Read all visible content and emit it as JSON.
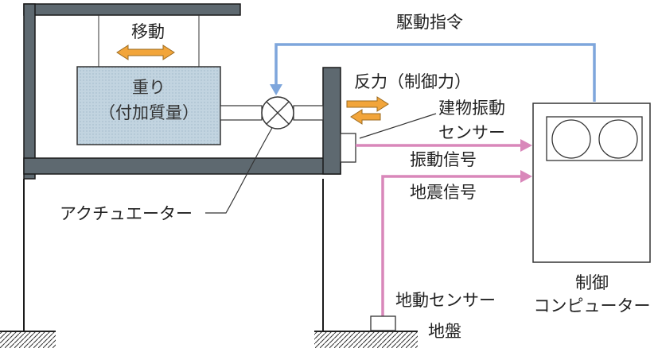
{
  "labels": {
    "movement": "移動",
    "weight_line1": "重り",
    "weight_line2": "（付加質量）",
    "drive_command": "駆動指令",
    "reaction_force": "反力（制御力）",
    "building_sensor_line1": "建物振動",
    "building_sensor_line2": "センサー",
    "vibration_signal": "振動信号",
    "seismic_signal": "地震信号",
    "actuator": "アクチュエーター",
    "controller_line1": "制御",
    "controller_line2": "コンピューター",
    "ground_sensor": "地動センサー",
    "ground": "地盤"
  },
  "colors": {
    "structure": "#5e6970",
    "structure_line": "#1a1a1a",
    "weight_fill": "#c2d4e0",
    "drive_arrow": "#7ea6dc",
    "signal_arrow": "#d987ba",
    "motion_arrow": "#f2a53a"
  }
}
